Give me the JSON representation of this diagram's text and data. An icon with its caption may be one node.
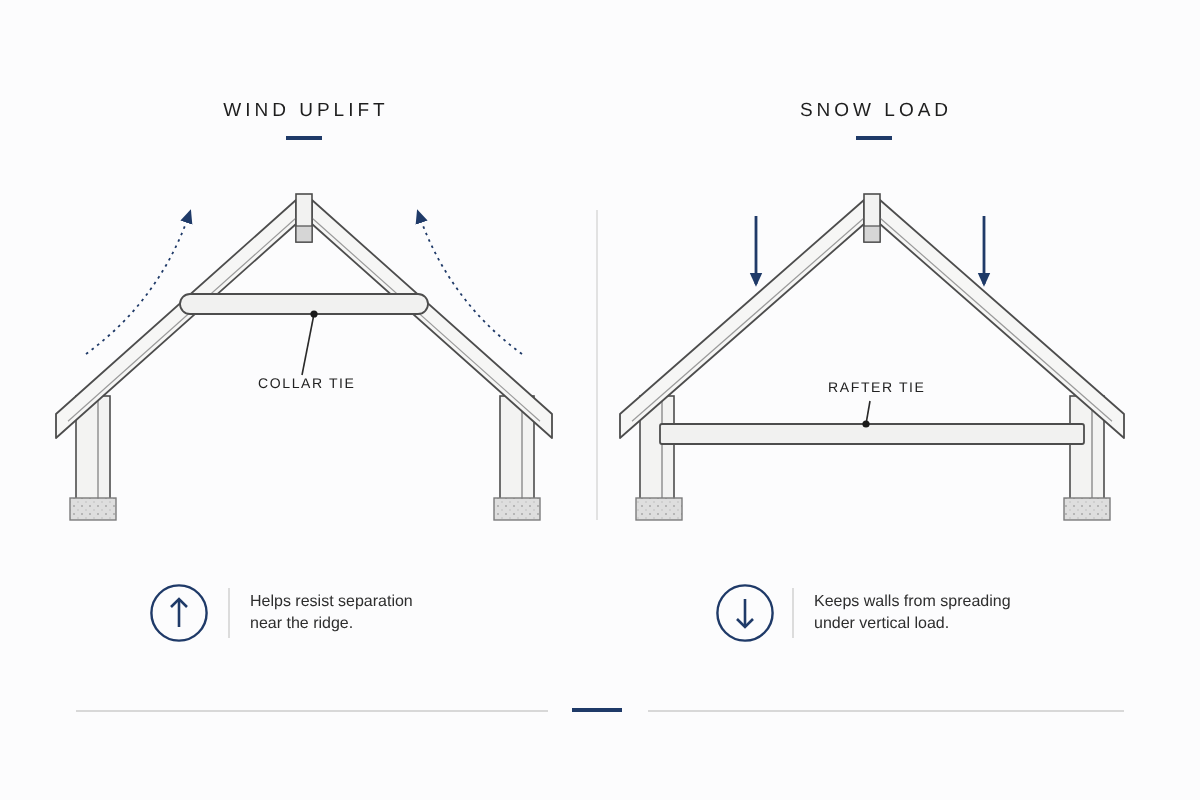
{
  "diagram": {
    "nodes": [
      {
        "text": [
          "COLLAR TIE"
        ]
      },
      {
        "text": [],
        "shape": "bar"
      },
      {
        "text": [
          "RAFTER TIE"
        ]
      },
      {
        "text": [],
        "shape": "bar"
      }
    ],
    "edges": [
      {
        "from": 0,
        "to": 1,
        "arrow": "other"
      },
      {
        "from": 2,
        "to": 3,
        "arrow": "other"
      }
    ],
    "labels": [
      "WIND UPLIFT",
      "SNOW LOAD",
      "Helps resist separation near the ridge.",
      "Keeps walls from spreading under vertical load."
    ]
  }
}
